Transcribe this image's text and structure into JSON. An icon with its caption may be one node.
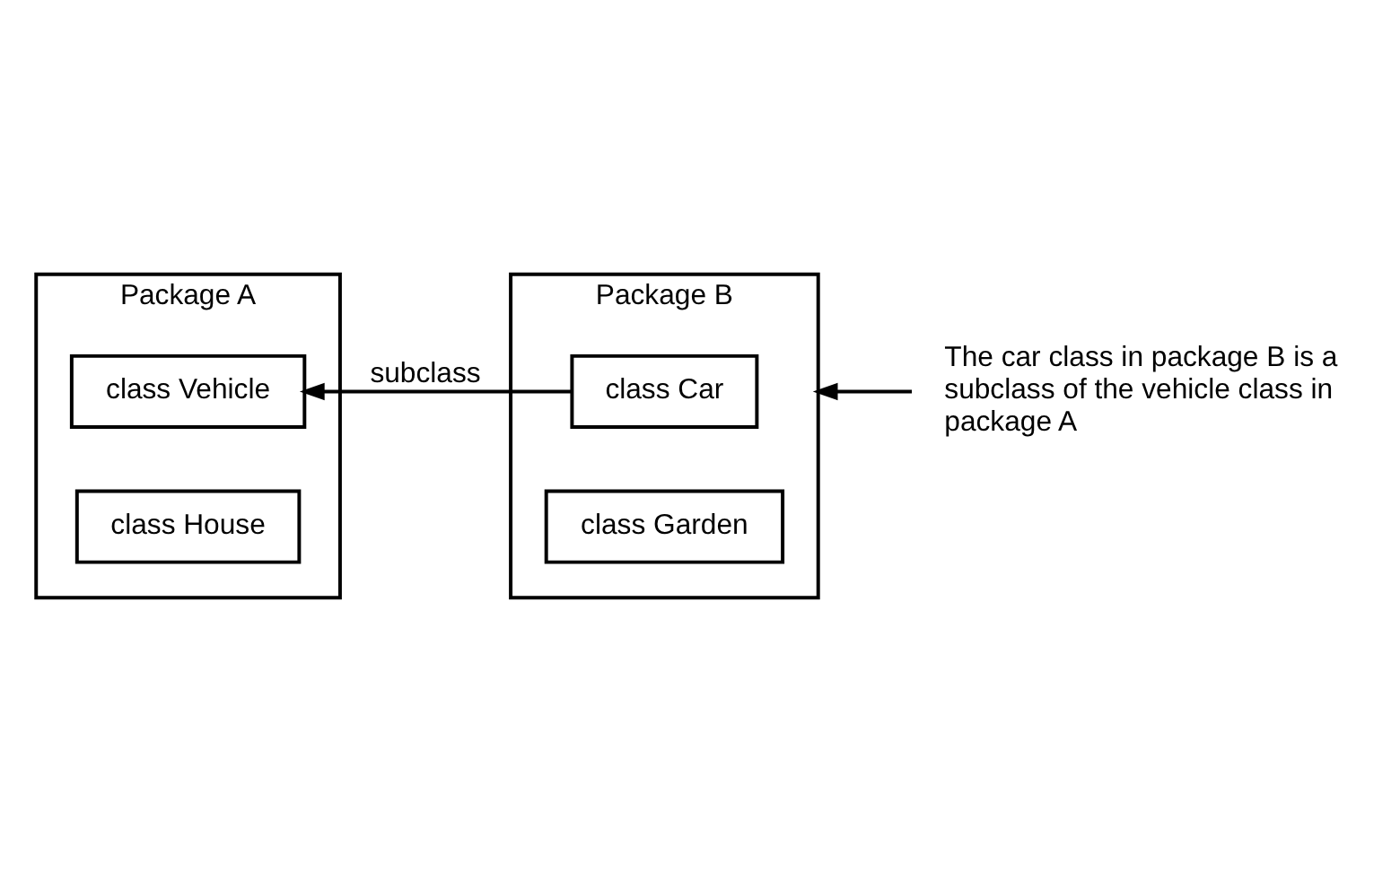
{
  "diagram": {
    "nodes": [
      {
        "text": [
          "Package A"
        ]
      },
      {
        "text": [
          "class Vehicle"
        ],
        "in": 0
      },
      {
        "text": [
          "class House"
        ],
        "in": 0
      },
      {
        "text": [
          "Package B"
        ]
      },
      {
        "text": [
          "class Car"
        ],
        "in": 3
      },
      {
        "text": [
          "class Garden"
        ],
        "in": 3
      },
      {
        "text": [
          "The car class in package B is a subclass of the vehicle class in package A"
        ]
      }
    ],
    "edges": [
      {
        "from": 4,
        "to": 1,
        "arrow": "to",
        "label": "subclass"
      },
      {
        "from": 6,
        "to": 3,
        "arrow": "to"
      }
    ]
  }
}
